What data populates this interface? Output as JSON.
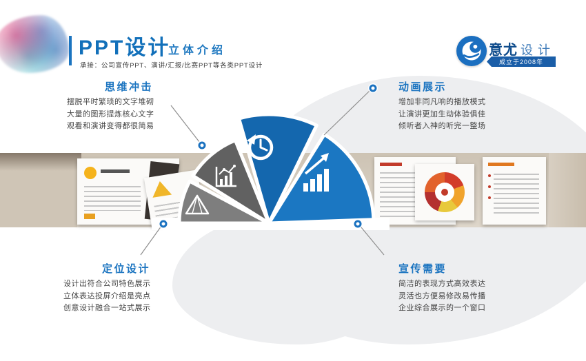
{
  "header": {
    "title": "PPT设计",
    "subtitle": "立体介绍",
    "tagline": "承接：公司宣传PPT、演讲/汇报/比赛PPT等各类PPT设计"
  },
  "logo": {
    "brand_bold": "意尤",
    "brand_light": "设计",
    "since": "成立于2008年"
  },
  "features": {
    "top_left": {
      "title": "思维冲击",
      "lines": [
        "摆脱平时繁琐的文字堆砌",
        "大量的图形提炼核心文字",
        "观看和演讲变得都很简易"
      ]
    },
    "top_right": {
      "title": "动画展示",
      "lines": [
        "增加非同凡响的播放模式",
        "让演讲更加生动体验俱佳",
        "倾听者入神的听完一整场"
      ]
    },
    "bottom_left": {
      "title": "定位设计",
      "lines": [
        "设计出符合公司特色展示",
        "立体表达投屏介绍是亮点",
        "创意设计融合一站式展示"
      ]
    },
    "bottom_right": {
      "title": "宣传需要",
      "lines": [
        "简洁的表现方式高效表达",
        "灵活也方便易修改易传播",
        "企业综合展示的一个窗口"
      ]
    }
  },
  "fan": {
    "icons": [
      "line-chart-icon",
      "pyramid-icon",
      "history-clock-icon",
      "growth-bars-icon"
    ]
  },
  "colors": {
    "accent_blue": "#1b74c0",
    "deep_blue": "#1467ae",
    "wedge_gray_dark": "#616161",
    "wedge_gray_light": "#7e7e7e",
    "banner_beige": "#d5ccbf",
    "ribbon_blue": "#1a5ea8"
  }
}
